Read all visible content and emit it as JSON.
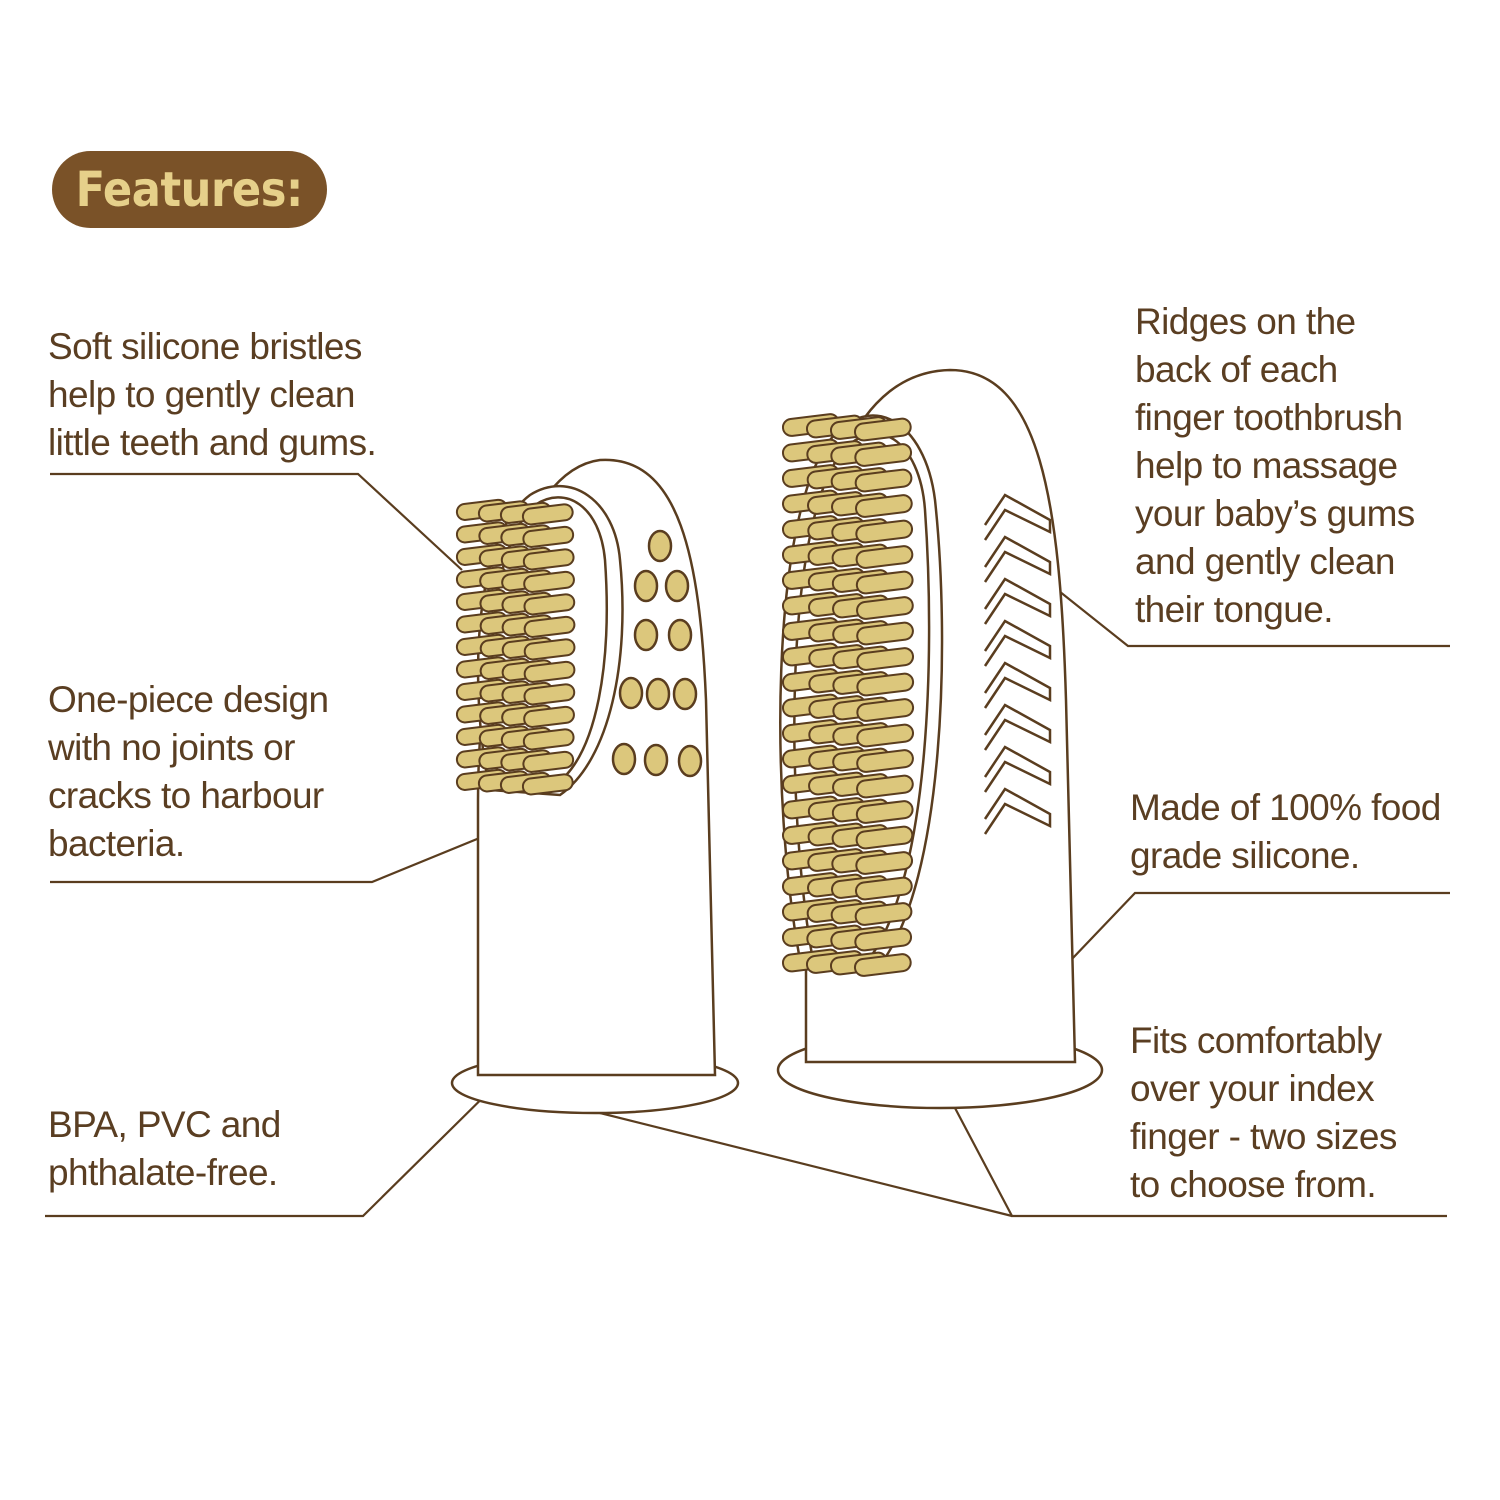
{
  "header": {
    "title": "Features:"
  },
  "features": {
    "bristles": [
      "Soft silicone bristles",
      "help to gently clean",
      "little teeth and gums."
    ],
    "one_piece": [
      "One-piece design",
      "with no joints or",
      "cracks to harbour",
      "bacteria."
    ],
    "bpa": [
      "BPA, PVC and",
      "phthalate-free."
    ],
    "ridges": [
      "Ridges on the",
      "back of each",
      "finger toothbrush",
      "help to massage",
      "your baby’s gums",
      "and gently clean",
      "their tongue."
    ],
    "silicone": [
      "Made of 100% food",
      "grade silicone."
    ],
    "fits": [
      "Fits comfortably",
      "over your index",
      "finger - two sizes",
      "to choose from."
    ]
  },
  "colors": {
    "brown": "#7a5228",
    "gold": "#e6d08a",
    "bristle": "#dcc77c",
    "outline": "#5a3d1f",
    "text": "#5a3e22"
  }
}
